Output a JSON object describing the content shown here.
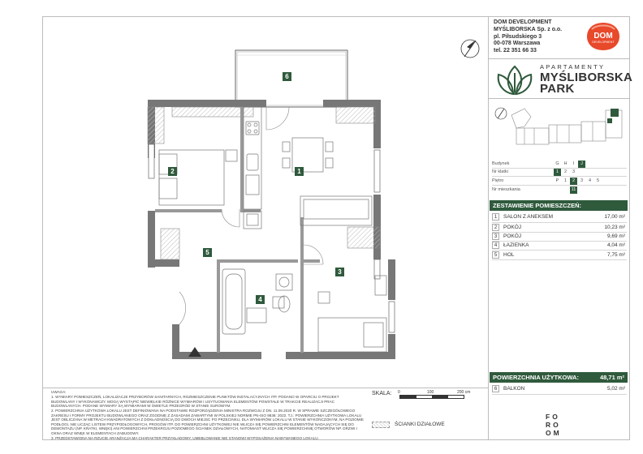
{
  "developer": {
    "name": "DOM DEVELOPMENT",
    "company": "MYŚLIBORSKA Sp. z o.o.",
    "street": "pl. Piłsudskiego 3",
    "city": "00-078 Warszawa",
    "phone": "tel. 22 351 66 33",
    "logo_text_top": "DOM",
    "logo_text_bottom": "DEVELOPMENT"
  },
  "brand": {
    "subtitle": "APARTAMENTY",
    "name_line1": "MYŚLIBORSKA",
    "name_line2": "PARK",
    "color": "#2f5a3c"
  },
  "selection": {
    "rows": [
      {
        "label": "Budynek",
        "cells": [
          "G",
          "H",
          "I",
          "J"
        ],
        "active": 3
      },
      {
        "label": "Nr klatki",
        "cells": [
          "1",
          "2",
          "3"
        ],
        "active": 0
      },
      {
        "label": "Piętro",
        "cells": [
          "P",
          "1",
          "2",
          "3",
          "4",
          "5"
        ],
        "active": 2
      },
      {
        "label": "Nr mieszkania",
        "cells": [
          "11"
        ],
        "active": 0
      }
    ]
  },
  "rooms": {
    "header": "ZESTAWIENIE POMIESZCZEŃ:",
    "items": [
      {
        "no": "1",
        "name": "SALON Z ANEKSEM",
        "area": "17,00 m²"
      },
      {
        "no": "2",
        "name": "POKÓJ",
        "area": "10,23 m²"
      },
      {
        "no": "3",
        "name": "POKÓJ",
        "area": "9,69 m²"
      },
      {
        "no": "4",
        "name": "ŁAZIENKA",
        "area": "4,04 m²"
      },
      {
        "no": "5",
        "name": "HOL",
        "area": "7,75 m²"
      }
    ]
  },
  "usable": {
    "header": "POWIERZCHNIA UŻYTKOWA:",
    "area": "48,71 m²",
    "balcony": {
      "no": "6",
      "name": "BALKON",
      "area": "5,02 m²"
    }
  },
  "plan_labels": [
    "1",
    "2",
    "3",
    "4",
    "5",
    "6"
  ],
  "scale": {
    "label": "SKALA:",
    "ticks": [
      "0",
      "100",
      "200 cm"
    ]
  },
  "legend": {
    "partition_walls": "ŚCIANKI DZIAŁOWE"
  },
  "foroom": [
    "FO",
    "RO",
    "OM"
  ],
  "notes": {
    "title": "UWAGA:",
    "lines": [
      "1. WYMIARY POMIESZCZEŃ, LOKALIZACJE PRZYBORÓW SANITARNYCH, ROZMIESZCZENIE PUNKTÓW INSTALACYJNYCH ITP. PODANO W OPARCIU O PROJEKT BUDOWLANY I WYKONAWCZY. MOGĄ WYSTĄPIĆ NIEWIELKIE RÓŻNICE WYMIARÓW I USYTUOWANIA ELEMENTÓW POWSTAŁE W TRAKCIE REALIZACJI PRAC BUDOWLANYCH. PODANE WYMIARY SĄ WYMIARAMI W ŚWIETLE PRZEGRÓD W STANIE SUROWYM.",
      "2. POWIERZCHNIA UŻYTKOWA LOKALU JEST DEFINIOWANA NA PODSTAWIE ROZPORZĄDZENIA MINISTRA ROZWOJU Z DN. 11.09.2020 R. W SPRAWIE SZCZEGÓŁOWEGO ZAKRESU I FORMY PROJEKTU BUDOWLANEGO ORAZ ZGODNIE Z ZASADAMI ZAWARTYMI W POLSKIEJ NORMIE PN-ISO 9836: 2022. TJ.: POWIERZCHNIA UŻYTKOWA LOKALU JEST OBLICZANA W METRACH KWADRATOWYCH Z DOKŁADNOŚCIĄ DO DWÓCH MIEJSC PO PRZECINKU, DLA WYMIARÓW LOKALU W STANIE WYKOŃCZONYM, NA POZIOMIE PODŁOGI, NIE LICZĄC LISTEW PRZYPODŁOGOWYCH, PROGÓW ITP. DO POWIERZCHNI UŻYTKOWEJ NIE WLICZA SIĘ POWIERZCHNI ELEMENTÓW NADAJĄCYCH SIĘ DO DEMONTAŻU (NP. KRATKI, WNĘKI) ANI POWIERZCHNI PRZEKROJU POZIOMEGO ŚCIANEK DZIAŁOWYCH, NATOMIAST WLICZA SIĘ POWIERZCHNIĘ OTWORÓW NP. DRZWI I OKNA ORAZ WNĘK W ELEMENTACH ZABUDOWY.",
      "3. PRZEDSTAWIONA NA RZUCIE ARANŻACJA MA CHARAKTER PRZYKŁADOWY, UMEBLOWANIE NIE STANOWI WYPOSAŻENIA NABYWANEGO LOKALU."
    ]
  }
}
